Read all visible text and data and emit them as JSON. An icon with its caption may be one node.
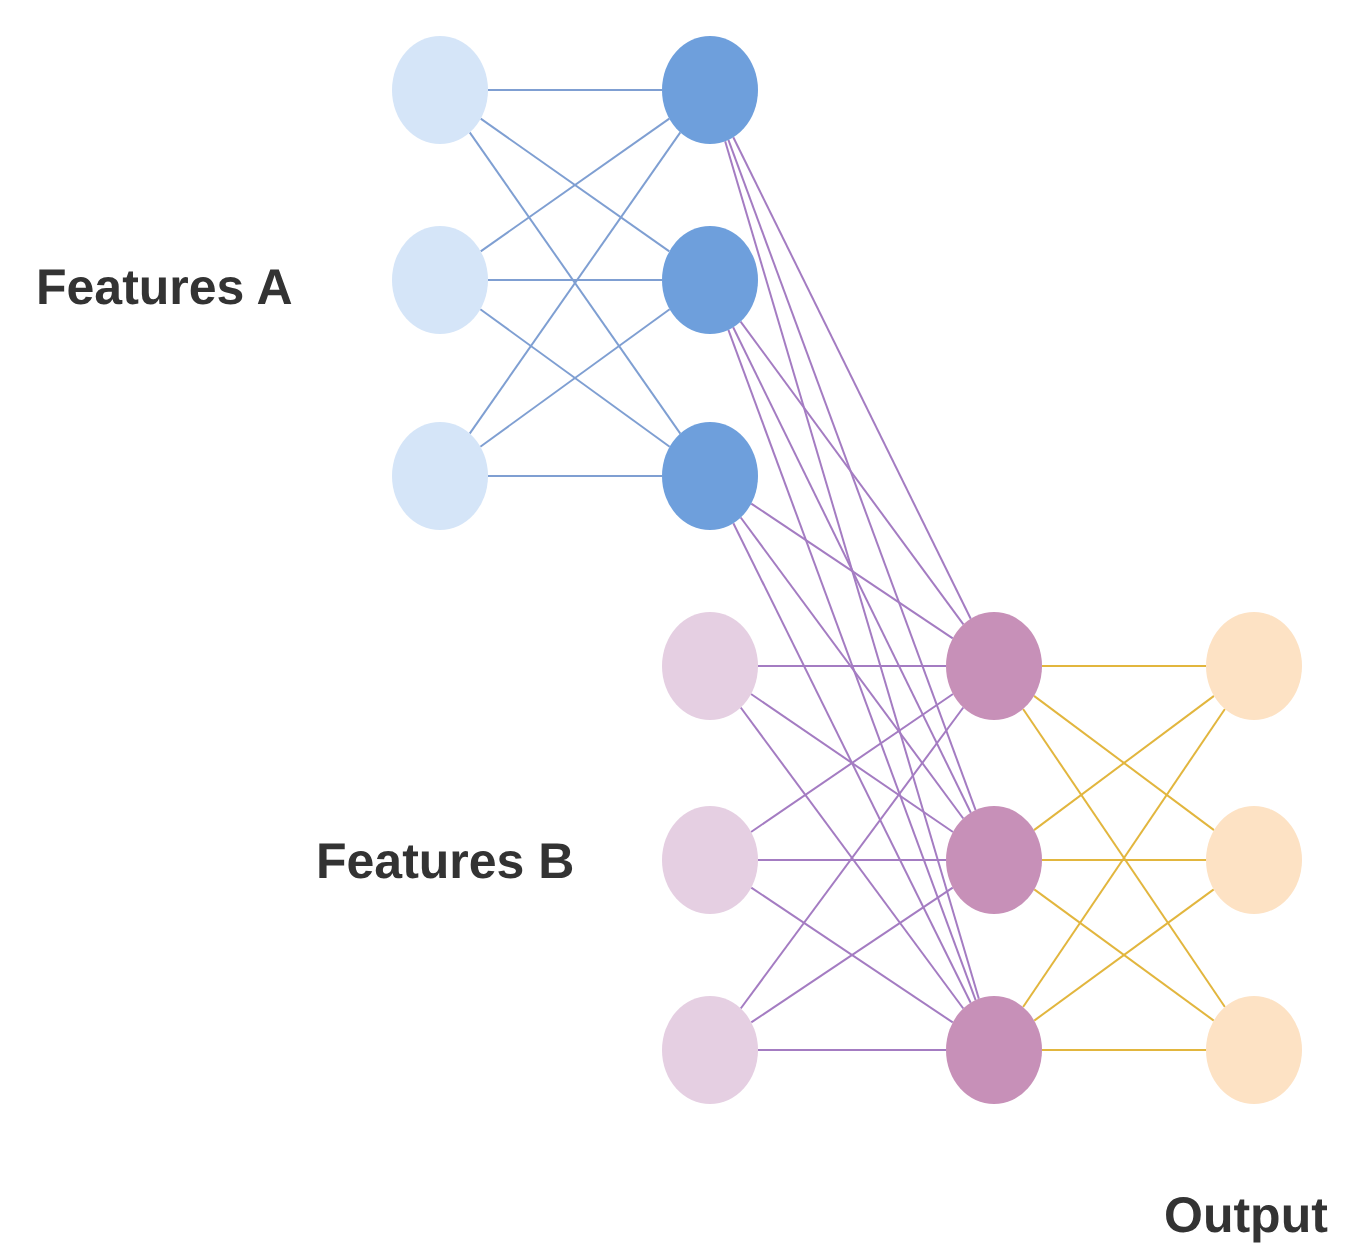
{
  "diagram": {
    "nodes": [
      {
        "text": [],
        "shape": "circle"
      },
      {
        "text": [],
        "shape": "circle"
      },
      {
        "text": [],
        "shape": "circle"
      },
      {
        "text": [],
        "shape": "circle"
      },
      {
        "text": [],
        "shape": "circle"
      },
      {
        "text": [],
        "shape": "circle"
      },
      {
        "text": [],
        "shape": "circle"
      },
      {
        "text": [],
        "shape": "circle"
      },
      {
        "text": [],
        "shape": "circle"
      },
      {
        "text": [],
        "shape": "circle"
      },
      {
        "text": [],
        "shape": "circle"
      },
      {
        "text": [],
        "shape": "circle"
      },
      {
        "text": [],
        "shape": "circle"
      },
      {
        "text": [],
        "shape": "circle"
      },
      {
        "text": [],
        "shape": "circle"
      }
    ],
    "edges": [
      {
        "from": 0,
        "to": 3,
        "arrow": "none",
        "color": "#7f9fd2"
      },
      {
        "from": 0,
        "to": 4,
        "arrow": "none",
        "color": "#7f9fd2"
      },
      {
        "from": 0,
        "to": 5,
        "arrow": "none",
        "color": "#7f9fd2"
      },
      {
        "from": 1,
        "to": 3,
        "arrow": "none",
        "color": "#7f9fd2"
      },
      {
        "from": 1,
        "to": 4,
        "arrow": "none",
        "color": "#7f9fd2"
      },
      {
        "from": 1,
        "to": 5,
        "arrow": "none",
        "color": "#7f9fd2"
      },
      {
        "from": 2,
        "to": 3,
        "arrow": "none",
        "color": "#7f9fd2"
      },
      {
        "from": 2,
        "to": 4,
        "arrow": "none",
        "color": "#7f9fd2"
      },
      {
        "from": 2,
        "to": 5,
        "arrow": "none",
        "color": "#7f9fd2"
      },
      {
        "from": 3,
        "to": 9,
        "arrow": "none"
      },
      {
        "from": 3,
        "to": 10,
        "arrow": "none"
      },
      {
        "from": 3,
        "to": 11,
        "arrow": "none"
      },
      {
        "from": 4,
        "to": 9,
        "arrow": "none"
      },
      {
        "from": 4,
        "to": 10,
        "arrow": "none"
      },
      {
        "from": 4,
        "to": 11,
        "arrow": "none"
      },
      {
        "from": 5,
        "to": 9,
        "arrow": "none"
      },
      {
        "from": 5,
        "to": 10,
        "arrow": "none"
      },
      {
        "from": 5,
        "to": 11,
        "arrow": "none"
      },
      {
        "from": 6,
        "to": 9,
        "arrow": "none"
      },
      {
        "from": 6,
        "to": 10,
        "arrow": "none"
      },
      {
        "from": 6,
        "to": 11,
        "arrow": "none"
      },
      {
        "from": 7,
        "to": 9,
        "arrow": "none"
      },
      {
        "from": 7,
        "to": 10,
        "arrow": "none"
      },
      {
        "from": 7,
        "to": 11,
        "arrow": "none"
      },
      {
        "from": 8,
        "to": 9,
        "arrow": "none"
      },
      {
        "from": 8,
        "to": 10,
        "arrow": "none"
      },
      {
        "from": 8,
        "to": 11,
        "arrow": "none"
      },
      {
        "from": 9,
        "to": 12,
        "arrow": "none",
        "color": "#e2b63e"
      },
      {
        "from": 9,
        "to": 13,
        "arrow": "none",
        "color": "#e2b63e"
      },
      {
        "from": 9,
        "to": 14,
        "arrow": "none",
        "color": "#e2b63e"
      },
      {
        "from": 10,
        "to": 12,
        "arrow": "none",
        "color": "#e2b63e"
      },
      {
        "from": 10,
        "to": 13,
        "arrow": "none",
        "color": "#e2b63e"
      },
      {
        "from": 10,
        "to": 14,
        "arrow": "none",
        "color": "#e2b63e"
      },
      {
        "from": 11,
        "to": 12,
        "arrow": "none",
        "color": "#e2b63e"
      },
      {
        "from": 11,
        "to": 13,
        "arrow": "none",
        "color": "#e2b63e"
      },
      {
        "from": 11,
        "to": 14,
        "arrow": "none",
        "color": "#e2b63e"
      }
    ],
    "labels": [
      "Features A",
      "Features B",
      "Output"
    ]
  }
}
